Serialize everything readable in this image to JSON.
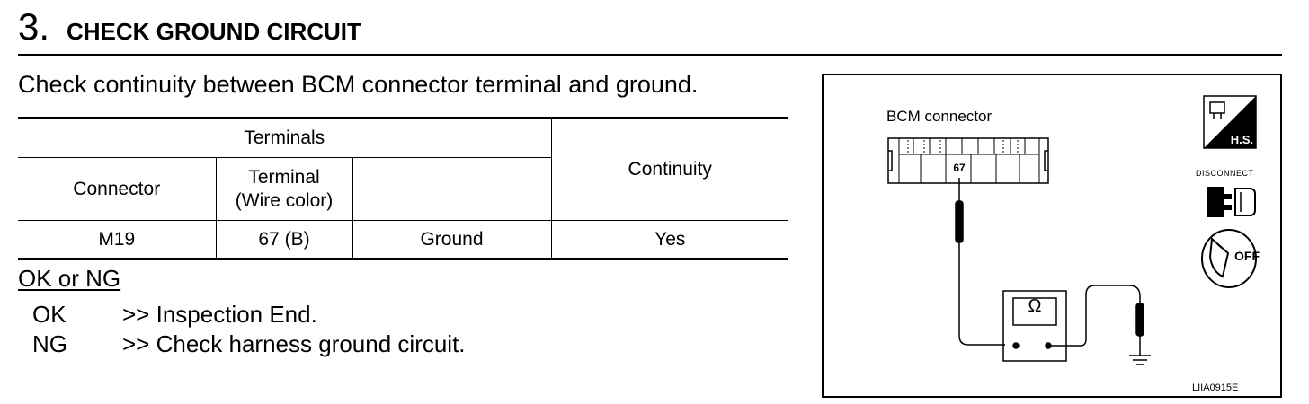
{
  "step": {
    "number": "3.",
    "title": "CHECK GROUND CIRCUIT"
  },
  "instruction": "Check continuity between BCM connector terminal and ground.",
  "table": {
    "group_header": "Terminals",
    "connector_header": "Connector",
    "terminal_header_line1": "Terminal",
    "terminal_header_line2": "(Wire color)",
    "continuity_header": "Continuity",
    "row": {
      "connector": "M19",
      "terminal": "67 (B)",
      "other": "Ground",
      "continuity": "Yes"
    }
  },
  "result": {
    "title": "OK or NG",
    "ok": {
      "code": "OK",
      "text": ">> Inspection End."
    },
    "ng": {
      "code": "NG",
      "text": ">> Check harness ground circuit."
    }
  },
  "diagram": {
    "connector_label": "BCM connector",
    "terminal_number": "67",
    "meter_symbol": "Ω",
    "hs_icon_label": "H.S.",
    "disconnect_label": "DISCONNECT",
    "off_label": "OFF",
    "reference_code": "LIIA0915E",
    "icons": [
      "harness-connector-icon",
      "disconnect-icon",
      "ignition-off-icon",
      "ground-icon",
      "ohmmeter-icon"
    ]
  }
}
